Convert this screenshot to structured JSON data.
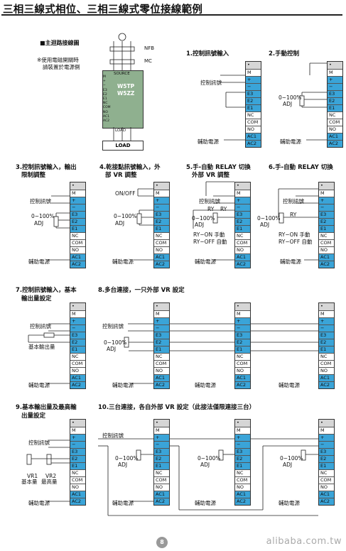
{
  "page_title": "三相三線式相位、三相三線式零位接線範例",
  "terminal_labels": [
    "•",
    "M",
    "+",
    "−",
    "E3",
    "E2",
    "E1",
    "NC",
    "COM",
    "NO",
    "AC1",
    "AC2"
  ],
  "main_circuit": {
    "title": "■主迴路接線圖",
    "note_line1": "※使用電磁開關時",
    "note_line2": "請裝置於電源側",
    "nfb": "NFB",
    "mc": "MC",
    "source": "SOURCE",
    "model1": "W5TP",
    "model2": "W5ZZ",
    "load_small": "LOAD",
    "load_box": "LOAD",
    "side_labels": [
      "M",
      "+",
      "−",
      "E3",
      "E2",
      "E1",
      "NC",
      "COM",
      "NO",
      "AC1",
      "AC2"
    ]
  },
  "common": {
    "control_signal": "控制訊號",
    "aux_power": "輔助電源",
    "pct": "0~100%",
    "adj": "ADJ",
    "on_off": "ON/OFF",
    "ry": "RY",
    "ry_on": "RY−ON 手動",
    "ry_off": "RY−OFF 自動",
    "base_output": "基本輸出量",
    "vr1": "VR1",
    "vr2": "VR2",
    "basic": "基本量",
    "max": "最高量"
  },
  "panels": {
    "p1": "1.控制訊號輸入",
    "p2": "2.手動控制",
    "p3_a": "3.控制訊號輸入，輸出",
    "p3_b": "限制調整",
    "p4_a": "4.乾接點訊號輸入，外",
    "p4_b": "部 VR 調整",
    "p5_a": "5.手-自動 RELAY 切換",
    "p5_b": "外部 VR 調整",
    "p6": "6.手-自動 RELAY 切換",
    "p7_a": "7.控制訊號輸入，基本",
    "p7_b": "輸出量設定",
    "p8": "8.多台連接，一只外部 VR 設定",
    "p9_a": "9.基本輸出量及最高輸",
    "p9_b": "出量設定",
    "p10": "10.三台連接，各自外部 VR 設定（此接法僅限連接三台）"
  },
  "footer": {
    "site": "alibaba.com.tw",
    "page": "8"
  }
}
